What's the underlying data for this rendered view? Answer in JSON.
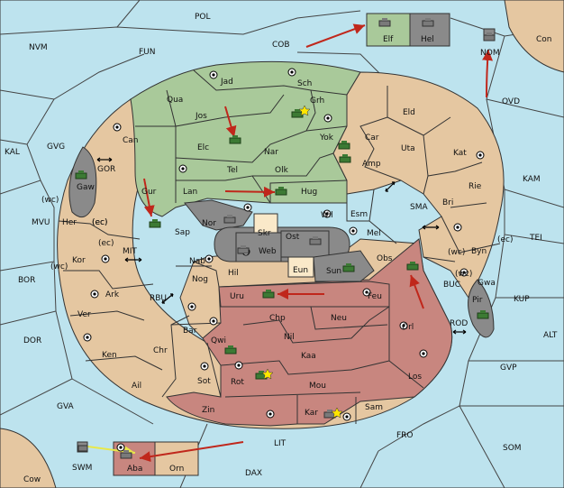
{
  "map": {
    "regions": [
      {
        "id": "POL",
        "label": "POL"
      },
      {
        "id": "NVM",
        "label": "NVM"
      },
      {
        "id": "FUN",
        "label": "FUN"
      },
      {
        "id": "COB",
        "label": "COB"
      },
      {
        "id": "Elf",
        "label": "Elf"
      },
      {
        "id": "Hel",
        "label": "Hel"
      },
      {
        "id": "NOM",
        "label": "NOM"
      },
      {
        "id": "Con",
        "label": "Con"
      },
      {
        "id": "OVD",
        "label": "OVD"
      },
      {
        "id": "KAL",
        "label": "KAL"
      },
      {
        "id": "GVG",
        "label": "GVG"
      },
      {
        "id": "KAM",
        "label": "KAM"
      },
      {
        "id": "GOR",
        "label": "GOR"
      },
      {
        "id": "Gaw",
        "label": "Gaw"
      },
      {
        "id": "wc1",
        "label": "(wc)"
      },
      {
        "id": "ec1",
        "label": "(ec)"
      },
      {
        "id": "MVU",
        "label": "MVU"
      },
      {
        "id": "SMA",
        "label": "SMA"
      },
      {
        "id": "TEI",
        "label": "TEI"
      },
      {
        "id": "MIT",
        "label": "MIT"
      },
      {
        "id": "BOR",
        "label": "BOR"
      },
      {
        "id": "RBU",
        "label": "RBU"
      },
      {
        "id": "BUC",
        "label": "BUC"
      },
      {
        "id": "KUP",
        "label": "KUP"
      },
      {
        "id": "DOR",
        "label": "DOR"
      },
      {
        "id": "ROD",
        "label": "ROD"
      },
      {
        "id": "ALT",
        "label": "ALT"
      },
      {
        "id": "GVP",
        "label": "GVP"
      },
      {
        "id": "GVA",
        "label": "GVA"
      },
      {
        "id": "FRO",
        "label": "FRO"
      },
      {
        "id": "SOM",
        "label": "SOM"
      },
      {
        "id": "LIT",
        "label": "LIT"
      },
      {
        "id": "SWM",
        "label": "SWM"
      },
      {
        "id": "DAX",
        "label": "DAX"
      },
      {
        "id": "Cow",
        "label": "Cow"
      },
      {
        "id": "Aba",
        "label": "Aba"
      },
      {
        "id": "Orn",
        "label": "Orn"
      },
      {
        "id": "Jad",
        "label": "Jad"
      },
      {
        "id": "Sch",
        "label": "Sch"
      },
      {
        "id": "Qua",
        "label": "Qua"
      },
      {
        "id": "Grh",
        "label": "Grh"
      },
      {
        "id": "Jos",
        "label": "Jos"
      },
      {
        "id": "Eld",
        "label": "Eld"
      },
      {
        "id": "Can",
        "label": "Can"
      },
      {
        "id": "Yok",
        "label": "Yok"
      },
      {
        "id": "Car",
        "label": "Car"
      },
      {
        "id": "Elc",
        "label": "Elc"
      },
      {
        "id": "Nar",
        "label": "Nar"
      },
      {
        "id": "Uta",
        "label": "Uta"
      },
      {
        "id": "Kat",
        "label": "Kat"
      },
      {
        "id": "Amp",
        "label": "Amp"
      },
      {
        "id": "Tel",
        "label": "Tel"
      },
      {
        "id": "Olk",
        "label": "Olk"
      },
      {
        "id": "Gur",
        "label": "Gur"
      },
      {
        "id": "Lan",
        "label": "Lan"
      },
      {
        "id": "Hug",
        "label": "Hug"
      },
      {
        "id": "Rie",
        "label": "Rie"
      },
      {
        "id": "Bri",
        "label": "Bri"
      },
      {
        "id": "Wil",
        "label": "Wil"
      },
      {
        "id": "Esm",
        "label": "Esm"
      },
      {
        "id": "Her",
        "label": "Her"
      },
      {
        "id": "ec2",
        "label": "(ec)"
      },
      {
        "id": "Nor",
        "label": "Nor"
      },
      {
        "id": "Sap",
        "label": "Sap"
      },
      {
        "id": "Skr",
        "label": "Skr"
      },
      {
        "id": "Ost",
        "label": "Ost"
      },
      {
        "id": "Mel",
        "label": "Mel"
      },
      {
        "id": "Web",
        "label": "Web"
      },
      {
        "id": "ec3",
        "label": "(ec)"
      },
      {
        "id": "Kor",
        "label": "Kor"
      },
      {
        "id": "wc2",
        "label": "(wc)"
      },
      {
        "id": "wc3",
        "label": "(wc)"
      },
      {
        "id": "Byn",
        "label": "Byn"
      },
      {
        "id": "ec4",
        "label": "(ec)"
      },
      {
        "id": "Nab",
        "label": "Nab"
      },
      {
        "id": "Obs",
        "label": "Obs"
      },
      {
        "id": "Eun",
        "label": "Eun"
      },
      {
        "id": "Sun",
        "label": "Sun"
      },
      {
        "id": "Hil",
        "label": "Hil"
      },
      {
        "id": "wc4",
        "label": "(wc)"
      },
      {
        "id": "Gwa",
        "label": "Gwa"
      },
      {
        "id": "Ark",
        "label": "Ark"
      },
      {
        "id": "Nog",
        "label": "Nog"
      },
      {
        "id": "Uru",
        "label": "Uru"
      },
      {
        "id": "Feu",
        "label": "Feu"
      },
      {
        "id": "Pir",
        "label": "Pir"
      },
      {
        "id": "Ver",
        "label": "Ver"
      },
      {
        "id": "Chp",
        "label": "Chp"
      },
      {
        "id": "Neu",
        "label": "Neu"
      },
      {
        "id": "Orl",
        "label": "Orl"
      },
      {
        "id": "Bar",
        "label": "Bar"
      },
      {
        "id": "Nil",
        "label": "Nil"
      },
      {
        "id": "Qwi",
        "label": "Qwi"
      },
      {
        "id": "Chr",
        "label": "Chr"
      },
      {
        "id": "Ken",
        "label": "Ken"
      },
      {
        "id": "Kaa",
        "label": "Kaa"
      },
      {
        "id": "Rot",
        "label": "Rot"
      },
      {
        "id": "Sot",
        "label": "Sot"
      },
      {
        "id": "Ail",
        "label": "Ail"
      },
      {
        "id": "Mou",
        "label": "Mou"
      },
      {
        "id": "Los",
        "label": "Los"
      },
      {
        "id": "Zin",
        "label": "Zin"
      },
      {
        "id": "Kar",
        "label": "Kar"
      },
      {
        "id": "Sam",
        "label": "Sam"
      }
    ],
    "colors": {
      "sea": "#bde3ee",
      "green": "#a9c99a",
      "tan": "#e5c7a1",
      "red": "#c8867f",
      "gray": "#8a8a8a",
      "neutral": "#fae9c9",
      "order_arrow": "#c0271b",
      "support_arrow": "#e8e84a"
    },
    "icons": {
      "unit": "tank-icon",
      "supply_center": "supply-center-icon",
      "dislodged": "star-icon",
      "convoy": "double-arrow-icon"
    }
  }
}
